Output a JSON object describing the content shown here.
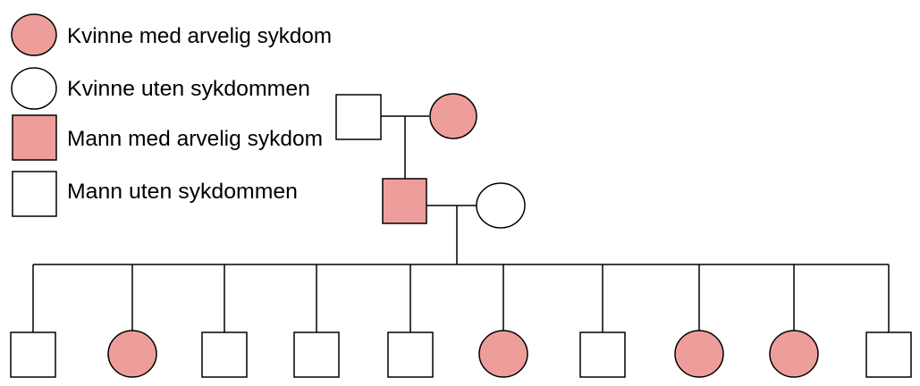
{
  "colors": {
    "affected": "#ee9e9a",
    "unaffected": "#ffffff",
    "stroke": "#000000"
  },
  "legend": {
    "affected_female": {
      "shape": "circle",
      "affected": true,
      "label": "Kvinne med arvelig sykdom"
    },
    "unaffected_female": {
      "shape": "circle",
      "affected": false,
      "label": "Kvinne uten sykdommen"
    },
    "affected_male": {
      "shape": "square",
      "affected": true,
      "label": "Mann med arvelig sykdom"
    },
    "unaffected_male": {
      "shape": "square",
      "affected": false,
      "label": "Mann uten sykdommen"
    }
  },
  "pedigree": {
    "generation_1": {
      "father": {
        "sex": "male",
        "affected": false
      },
      "mother": {
        "sex": "female",
        "affected": true
      }
    },
    "generation_2": {
      "son": {
        "sex": "male",
        "affected": true
      },
      "spouse": {
        "sex": "female",
        "affected": false
      }
    },
    "generation_3": [
      {
        "sex": "male",
        "affected": false
      },
      {
        "sex": "female",
        "affected": true
      },
      {
        "sex": "male",
        "affected": false
      },
      {
        "sex": "male",
        "affected": false
      },
      {
        "sex": "male",
        "affected": false
      },
      {
        "sex": "female",
        "affected": true
      },
      {
        "sex": "male",
        "affected": false
      },
      {
        "sex": "female",
        "affected": true
      },
      {
        "sex": "female",
        "affected": true
      },
      {
        "sex": "male",
        "affected": false
      }
    ]
  }
}
